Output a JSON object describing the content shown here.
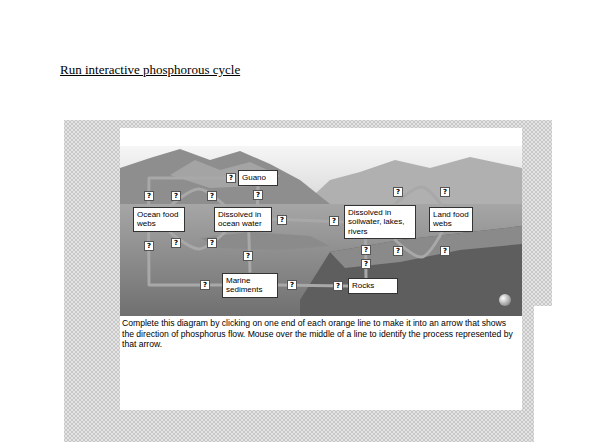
{
  "diagram": {
    "title": "Run interactive phosphorous cycle",
    "caption": "Complete this diagram by clicking on one end of each orange line to make it into an arrow that shows the direction of phosphorus flow. Mouse over the middle of a line to identify the process represented by that arrow.",
    "nodes": [
      {
        "text": [
          "Guano"
        ]
      },
      {
        "text": [
          "Ocean food webs"
        ]
      },
      {
        "text": [
          "Dissolved in ocean water"
        ]
      },
      {
        "text": [
          "Dissolved in soilwater, lakes, rivers"
        ]
      },
      {
        "text": [
          "Land food webs"
        ]
      },
      {
        "text": [
          "Marine sediments"
        ]
      },
      {
        "text": [
          "Rocks"
        ]
      }
    ],
    "edges": [
      {
        "from": 1,
        "to": 0,
        "arrow": "none"
      },
      {
        "from": 0,
        "to": 2,
        "arrow": "none"
      },
      {
        "from": 1,
        "to": 2,
        "arrow": "none"
      },
      {
        "from": 2,
        "to": 1,
        "arrow": "none"
      },
      {
        "from": 2,
        "to": 3,
        "arrow": "none"
      },
      {
        "from": 3,
        "to": 4,
        "arrow": "none"
      },
      {
        "from": 4,
        "to": 3,
        "arrow": "none"
      },
      {
        "from": 3,
        "to": 6,
        "arrow": "none"
      },
      {
        "from": 1,
        "to": 5,
        "arrow": "none"
      },
      {
        "from": 2,
        "to": 5,
        "arrow": "none"
      },
      {
        "from": 5,
        "to": 6,
        "arrow": "none"
      }
    ],
    "labels": [
      "?",
      "?",
      "?",
      "?",
      "?",
      "?",
      "?",
      "?",
      "?",
      "?",
      "?",
      "?",
      "?",
      "?",
      "?",
      "?",
      "?",
      "?",
      "?",
      "?"
    ]
  }
}
